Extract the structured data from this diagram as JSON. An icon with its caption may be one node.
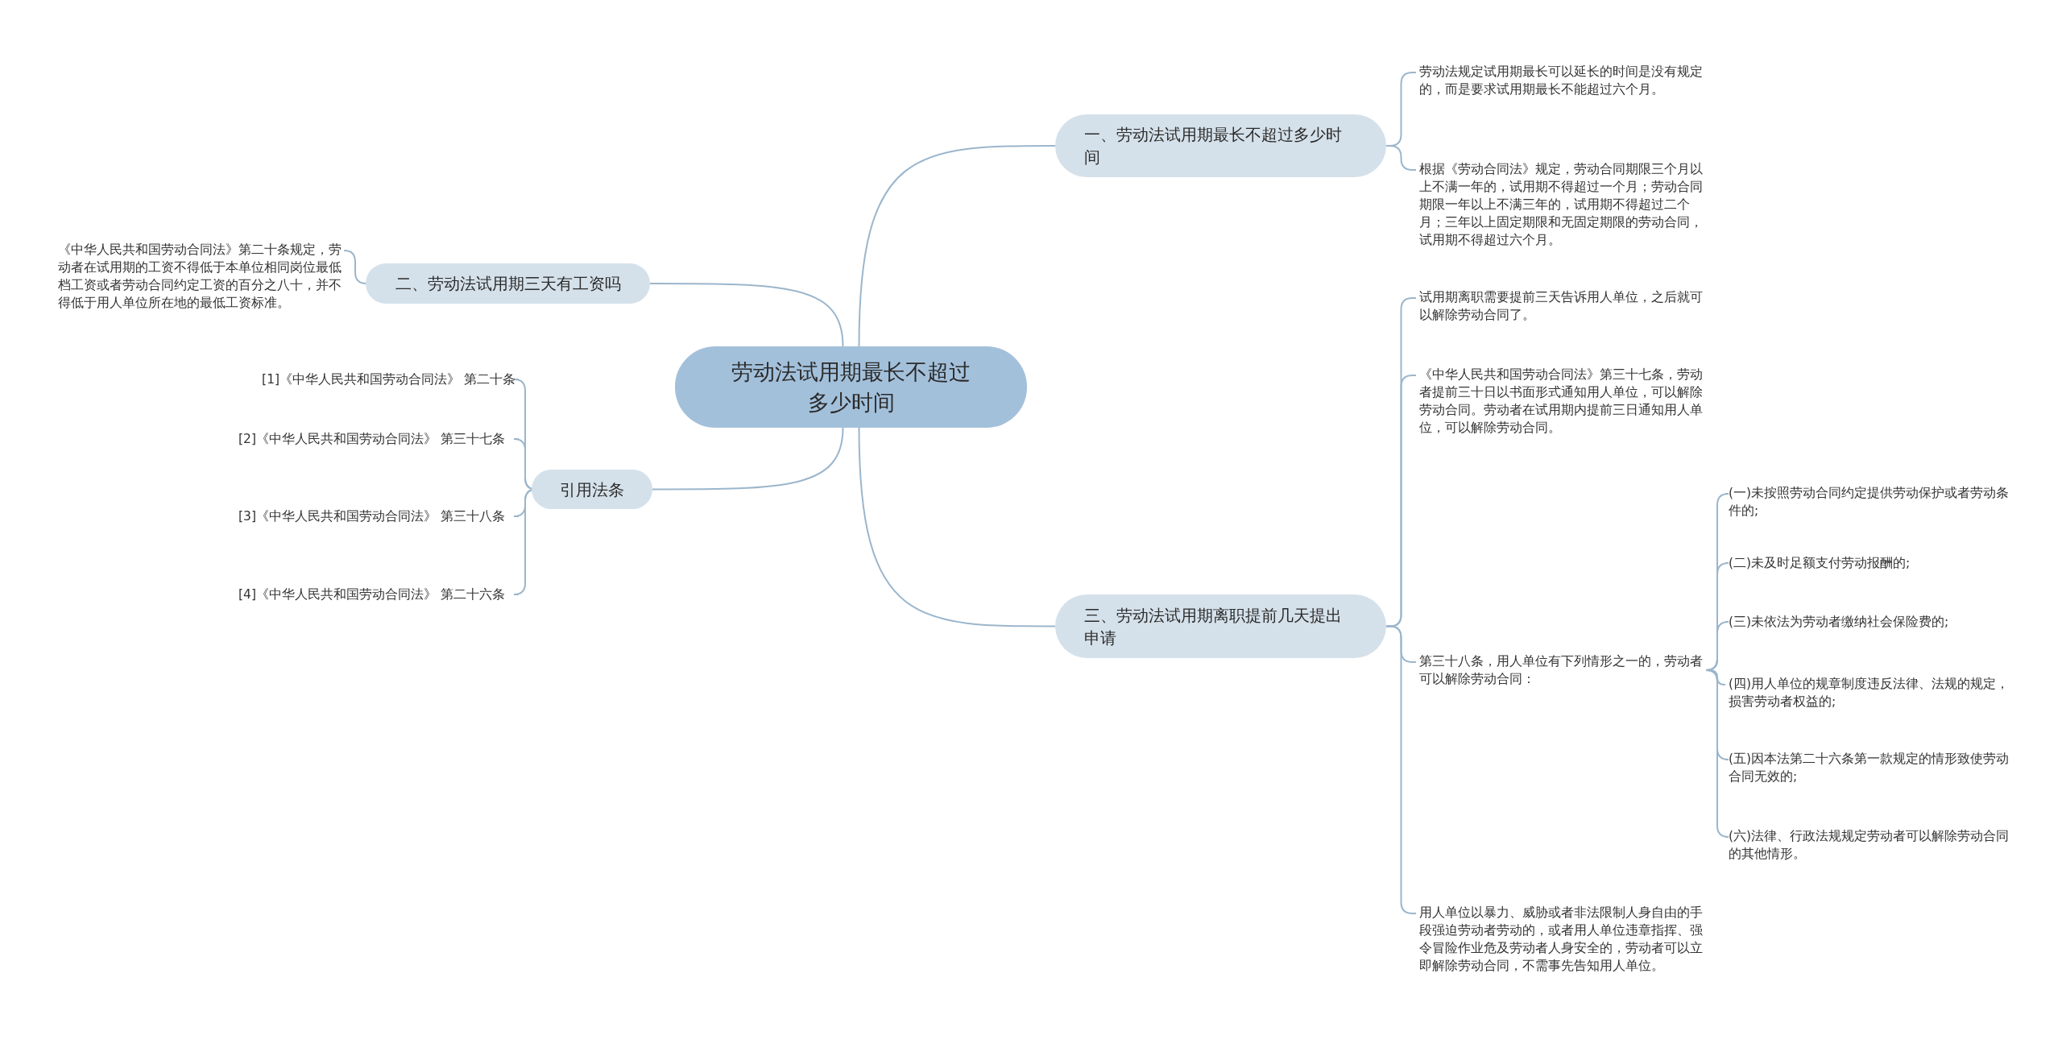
{
  "diagram": {
    "nodes": [
      {
        "text": [
          "劳动法试用期最长不超过多少时间"
        ]
      },
      {
        "text": [
          "一、劳动法试用期最长不超过多少时间"
        ]
      },
      {
        "text": [
          "劳动法规定试用期最长可以延长的时间是没有规定的，而是要求试用期最长不能超过六个月。"
        ]
      },
      {
        "text": [
          "根据《劳动合同法》规定，劳动合同期限三个月以上不满一年的，试用期不得超过一个月；劳动合同期限一年以上不满三年的，试用期不得超过二个月；三年以上固定期限和无固定期限的劳动合同，试用期不得超过六个月。"
        ]
      },
      {
        "text": [
          "二、劳动法试用期三天有工资吗"
        ]
      },
      {
        "text": [
          "《中华人民共和国劳动合同法》第二十条规定，劳动者在试用期的工资不得低于本单位相同岗位最低档工资或者劳动合同约定工资的百分之八十，并不得低于用人单位所在地的最低工资标准。"
        ]
      },
      {
        "text": [
          "引用法条"
        ]
      },
      {
        "text": [
          "[1]《中华人民共和国劳动合同法》 第二十条"
        ]
      },
      {
        "text": [
          "[2]《中华人民共和国劳动合同法》 第三十七条"
        ]
      },
      {
        "text": [
          "[3]《中华人民共和国劳动合同法》 第三十八条"
        ]
      },
      {
        "text": [
          "[4]《中华人民共和国劳动合同法》 第二十六条"
        ]
      },
      {
        "text": [
          "三、劳动法试用期离职提前几天提出申请"
        ]
      },
      {
        "text": [
          "试用期离职需要提前三天告诉用人单位，之后就可以解除劳动合同了。"
        ]
      },
      {
        "text": [
          "《中华人民共和国劳动合同法》第三十七条，劳动者提前三十日以书面形式通知用人单位，可以解除劳动合同。劳动者在试用期内提前三日通知用人单位，可以解除劳动合同。"
        ]
      },
      {
        "text": [
          "第三十八条，用人单位有下列情形之一的，劳动者可以解除劳动合同："
        ]
      },
      {
        "text": [
          "(一)未按照劳动合同约定提供劳动保护或者劳动条件的;"
        ]
      },
      {
        "text": [
          "(二)未及时足额支付劳动报酬的;"
        ]
      },
      {
        "text": [
          "(三)未依法为劳动者缴纳社会保险费的;"
        ]
      },
      {
        "text": [
          "(四)用人单位的规章制度违反法律、法规的规定，损害劳动者权益的;"
        ]
      },
      {
        "text": [
          "(五)因本法第二十六条第一款规定的情形致使劳动合同无效的;"
        ]
      },
      {
        "text": [
          "(六)法律、行政法规规定劳动者可以解除劳动合同的其他情形。"
        ]
      },
      {
        "text": [
          "用人单位以暴力、威胁或者非法限制人身自由的手段强迫劳动者劳动的，或者用人单位违章指挥、强令冒险作业危及劳动者人身安全的，劳动者可以立即解除劳动合同，不需事先告知用人单位。"
        ]
      }
    ],
    "edges": [
      {
        "from": 0,
        "to": 1,
        "arrow": "none"
      },
      {
        "from": 1,
        "to": 2,
        "arrow": "none"
      },
      {
        "from": 1,
        "to": 3,
        "arrow": "none"
      },
      {
        "from": 0,
        "to": 4,
        "arrow": "none"
      },
      {
        "from": 4,
        "to": 5,
        "arrow": "none"
      },
      {
        "from": 0,
        "to": 6,
        "arrow": "none"
      },
      {
        "from": 6,
        "to": 7,
        "arrow": "none"
      },
      {
        "from": 6,
        "to": 8,
        "arrow": "none"
      },
      {
        "from": 6,
        "to": 9,
        "arrow": "none"
      },
      {
        "from": 6,
        "to": 10,
        "arrow": "none"
      },
      {
        "from": 0,
        "to": 11,
        "arrow": "none"
      },
      {
        "from": 11,
        "to": 12,
        "arrow": "none"
      },
      {
        "from": 11,
        "to": 13,
        "arrow": "none"
      },
      {
        "from": 11,
        "to": 14,
        "arrow": "none"
      },
      {
        "from": 14,
        "to": 15,
        "arrow": "none"
      },
      {
        "from": 14,
        "to": 16,
        "arrow": "none"
      },
      {
        "from": 14,
        "to": 17,
        "arrow": "none"
      },
      {
        "from": 14,
        "to": 18,
        "arrow": "none"
      },
      {
        "from": 14,
        "to": 19,
        "arrow": "none"
      },
      {
        "from": 14,
        "to": 20,
        "arrow": "none"
      },
      {
        "from": 11,
        "to": 21,
        "arrow": "none"
      }
    ]
  }
}
